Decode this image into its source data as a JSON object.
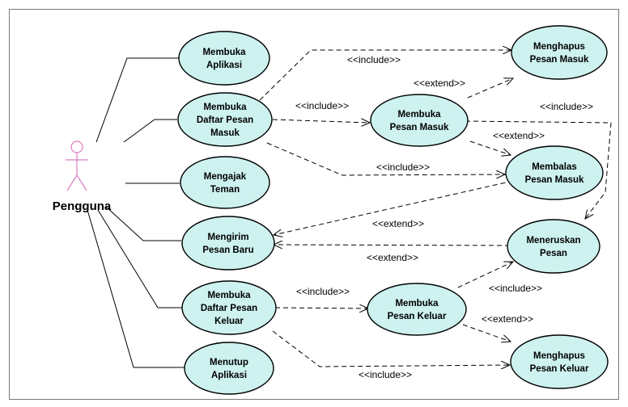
{
  "actor": {
    "name": "Pengguna"
  },
  "use_cases": {
    "membuka_aplikasi": [
      "Membuka",
      "Aplikasi"
    ],
    "daftar_pesan_masuk": [
      "Membuka",
      "Daftar Pesan",
      "Masuk"
    ],
    "mengajak_teman": [
      "Mengajak",
      "Teman"
    ],
    "mengirim_pesan_baru": [
      "Mengirim",
      "Pesan Baru"
    ],
    "daftar_pesan_keluar": [
      "Membuka",
      "Daftar Pesan",
      "Keluar"
    ],
    "menutup_aplikasi": [
      "Menutup",
      "Aplikasi"
    ],
    "menghapus_pesan_masuk": [
      "Menghapus",
      "Pesan Masuk"
    ],
    "membuka_pesan_masuk": [
      "Membuka",
      "Pesan Masuk"
    ],
    "membalas_pesan_masuk": [
      "Membalas",
      "Pesan Masuk"
    ],
    "meneruskan_pesan": [
      "Meneruskan",
      "Pesan"
    ],
    "membuka_pesan_keluar": [
      "Membuka",
      "Pesan Keluar"
    ],
    "menghapus_pesan_keluar": [
      "Menghapus",
      "Pesan Keluar"
    ]
  },
  "relations": {
    "include_label": "<<include>>",
    "extend_label": "<<extend>>"
  }
}
